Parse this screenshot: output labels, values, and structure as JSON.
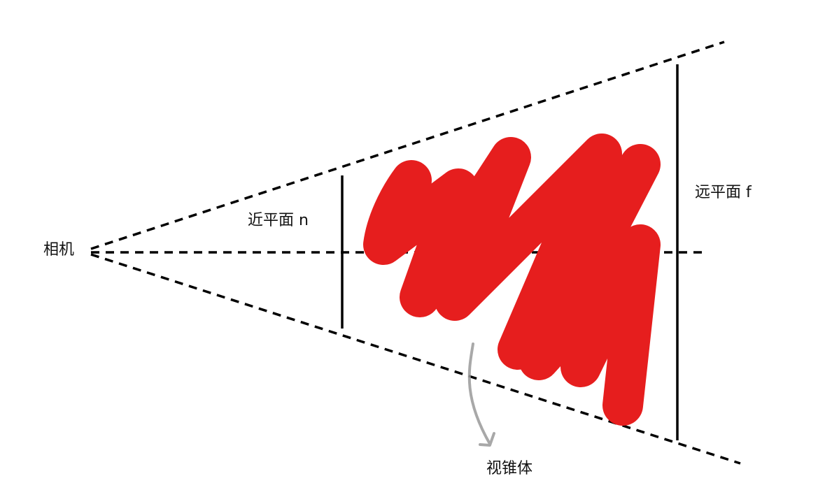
{
  "labels": {
    "camera": "相机",
    "near_plane": "近平面 n",
    "far_plane": "远平面 f",
    "frustum": "视锥体"
  },
  "colors": {
    "background": "#ffffff",
    "lines": "#000000",
    "scribble": "#e61e1e",
    "arrow": "#9a9a9a"
  }
}
